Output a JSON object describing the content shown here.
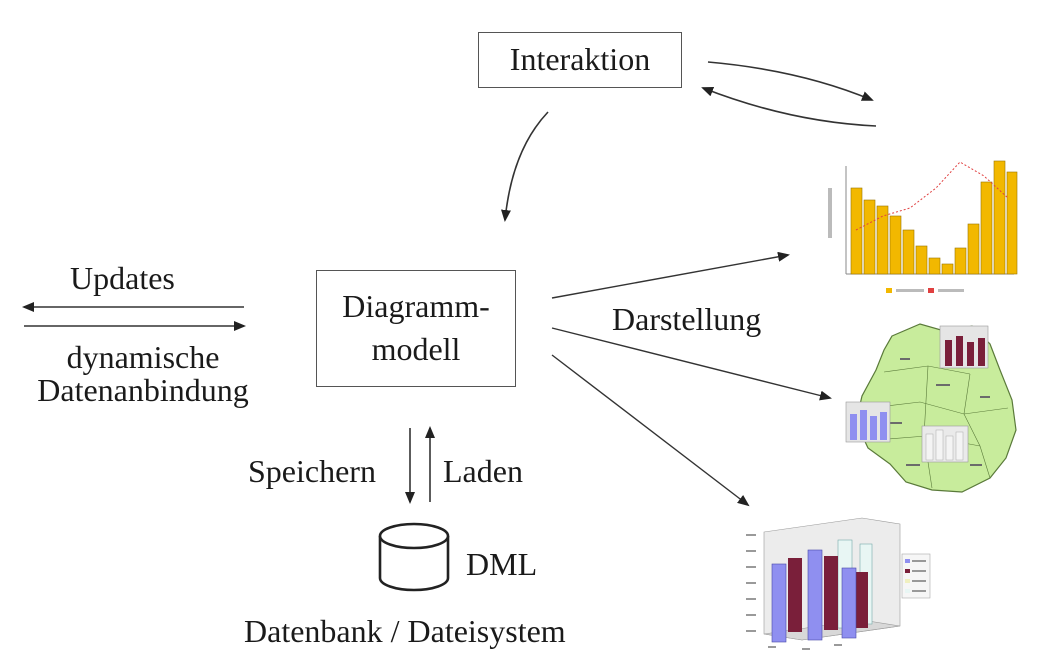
{
  "labels": {
    "interaktion": "Interaktion",
    "diagramm_line1": "Diagramm-",
    "diagramm_line2": "modell",
    "updates": "Updates",
    "dynamische": "dynamische",
    "datenanbindung": "Datenanbindung",
    "darstellung": "Darstellung",
    "speichern": "Speichern",
    "laden": "Laden",
    "dml": "DML",
    "datenbank": "Datenbank / Dateisystem"
  },
  "colors": {
    "line": "#333333",
    "bar": "#f2b800",
    "bar_edge": "#9a7400",
    "trend_line": "#e04040",
    "map_fill": "#c8ec9c",
    "map_edge": "#5a7a3a",
    "bar3d_blue": "#8f8ff0",
    "bar3d_maroon": "#7a1f3a",
    "bar3d_light": "#e8f6f4"
  },
  "icons": {
    "database": "database-cylinder-icon",
    "bar_chart": "bar-chart-thumbnail",
    "map": "germany-map-thumbnail",
    "bar3d": "3d-bar-chart-thumbnail"
  }
}
